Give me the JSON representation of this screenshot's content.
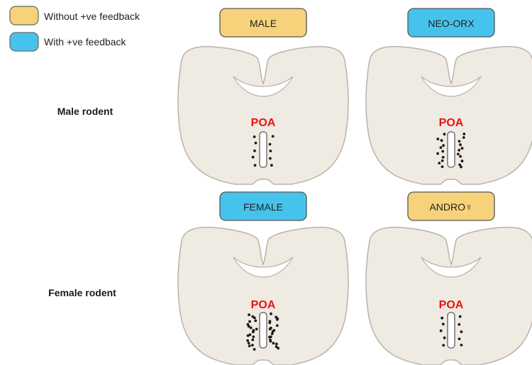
{
  "legend": {
    "items": [
      {
        "label": "Without +ve feedback",
        "color": "#f6d27a"
      },
      {
        "label": "With +ve feedback",
        "color": "#46c3ec"
      }
    ]
  },
  "rows": [
    {
      "label": "Male rodent"
    },
    {
      "label": "Female rodent"
    }
  ],
  "panels": [
    {
      "tag": "MALE",
      "tag_color": "#f6d27a",
      "region": "POA",
      "density": "low"
    },
    {
      "tag": "NEO-ORX",
      "tag_color": "#46c3ec",
      "region": "POA",
      "density": "medium"
    },
    {
      "tag": "FEMALE",
      "tag_color": "#46c3ec",
      "region": "POA",
      "density": "high"
    },
    {
      "tag": "ANDRO♀",
      "tag_color": "#f6d27a",
      "region": "POA",
      "density": "low"
    }
  ],
  "colors": {
    "brain_fill": "#efeae2",
    "brain_stroke": "#b9b3aa",
    "region_label": "#ee1111",
    "dot": "#1a1a1a",
    "tag_stroke": "#555555"
  }
}
